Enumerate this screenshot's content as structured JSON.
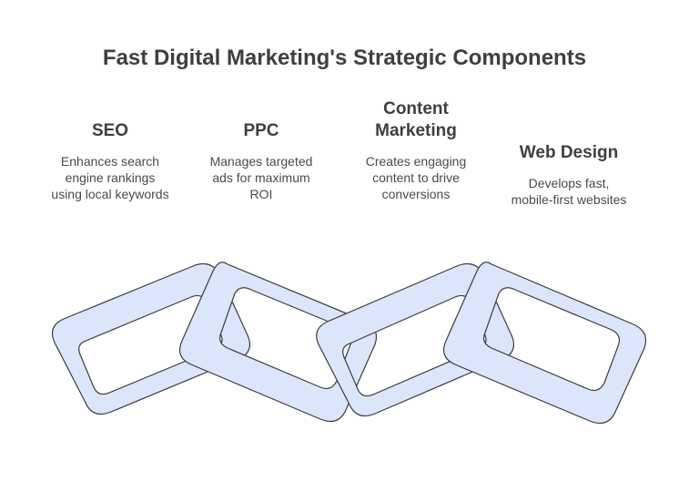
{
  "title": "Fast Digital Marketing's Strategic Components",
  "components": [
    {
      "heading": "SEO",
      "desc_lines": [
        "Enhances search",
        "engine rankings",
        "using local keywords"
      ]
    },
    {
      "heading": "PPC",
      "desc_lines": [
        "Manages targeted",
        "ads for maximum",
        "ROI"
      ]
    },
    {
      "heading_lines": [
        "Content",
        "Marketing"
      ],
      "desc_lines": [
        "Creates engaging",
        "content to drive",
        "conversions"
      ]
    },
    {
      "heading": "Web Design",
      "desc_lines": [
        "Develops fast,",
        "mobile-first websites"
      ]
    }
  ],
  "colors": {
    "link_fill": "#dce6fb",
    "link_stroke": "#3c3c3c",
    "text": "#3f3f3f"
  }
}
